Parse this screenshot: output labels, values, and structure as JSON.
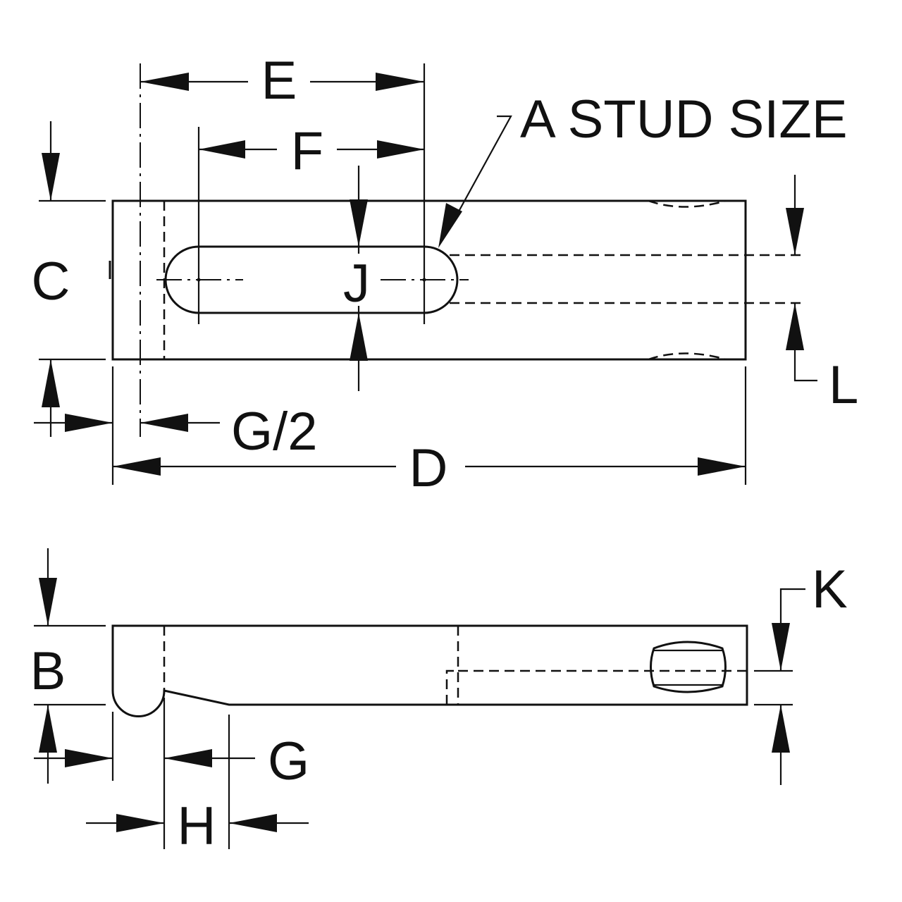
{
  "labels": {
    "E": "E",
    "F": "F",
    "stud": "A STUD SIZE",
    "C": "C",
    "J": "J",
    "L": "L",
    "G_half": "G/2",
    "D": "D",
    "B": "B",
    "K": "K",
    "G": "G",
    "H": "H"
  },
  "colors": {
    "ink": "#111111",
    "paper": "#ffffff"
  }
}
